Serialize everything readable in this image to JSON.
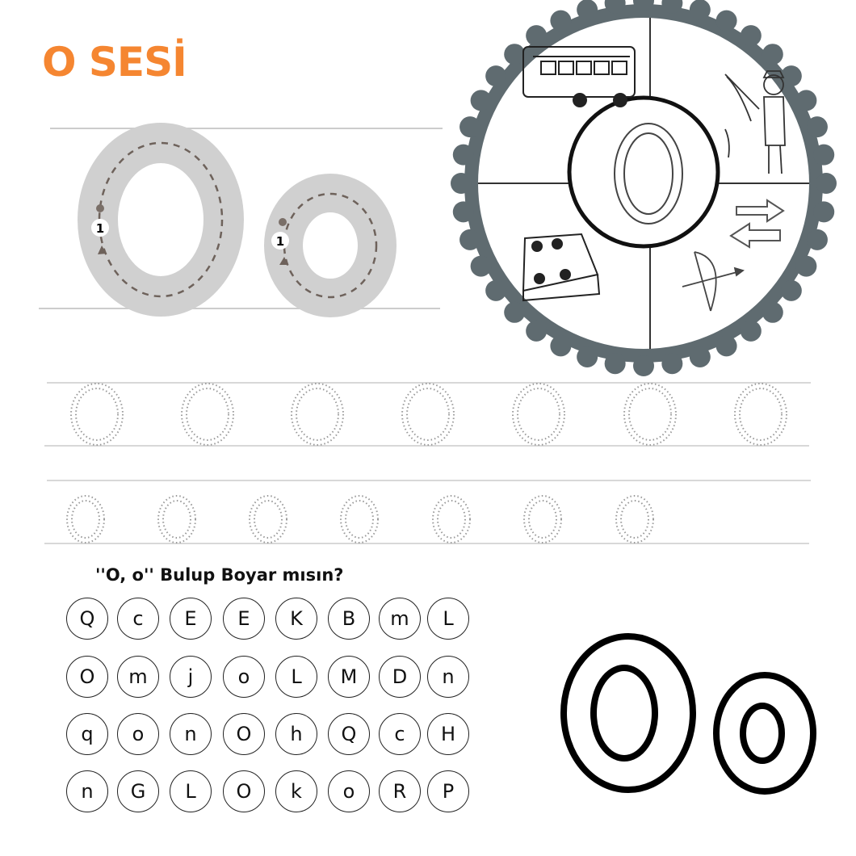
{
  "title": "O SESİ",
  "center_letter": "O",
  "tracing": {
    "start_number": "1"
  },
  "wheel": {
    "pictures": [
      "bus-icon",
      "fisherman-icon",
      "stove-icon",
      "bow-arrow-icon",
      "left-right-arrows-icon"
    ]
  },
  "question": "''O, o'' Bulup Boyar mısın?",
  "letter_grid": [
    [
      "Q",
      "c",
      "E",
      "E",
      "K",
      "B",
      "m",
      "L"
    ],
    [
      "O",
      "m",
      "j",
      "o",
      "L",
      "M",
      "D",
      "n"
    ],
    [
      "q",
      "o",
      "n",
      "O",
      "h",
      "Q",
      "c",
      "H"
    ],
    [
      "n",
      "G",
      "L",
      "O",
      "k",
      "o",
      "R",
      "P"
    ]
  ],
  "colors": {
    "title": "#f58631",
    "wheel": "#5f6b70",
    "trace": "#d0d0d0"
  }
}
